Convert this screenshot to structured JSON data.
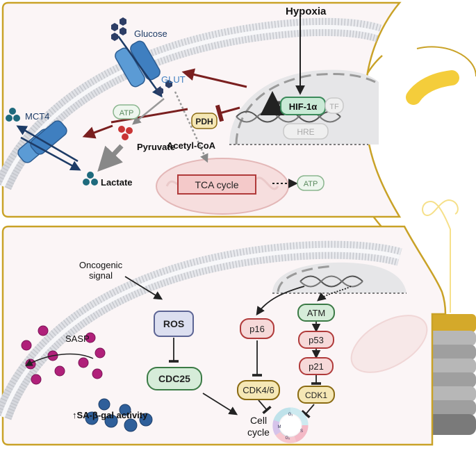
{
  "top_panel": {
    "hypoxia": "Hypoxia",
    "glucose": "Glucose",
    "glut": "GLUT",
    "mct4": "MCT4",
    "atp_left": "ATP",
    "pdh": "PDH",
    "hif1a": "HIF-1α",
    "tf": "TF",
    "hre": "HRE",
    "pyruvate": "Pyruvate",
    "acetyl_coa": "Acetyl-CoA",
    "lactate": "Lactate",
    "tca_cycle": "TCA cycle",
    "atp_right": "ATP"
  },
  "bottom_panel": {
    "oncogenic_line1": "Oncogenic",
    "oncogenic_line2": "signal",
    "ros": "ROS",
    "cdc25": "CDC25",
    "p16": "p16",
    "cdk46": "CDK4/6",
    "atm": "ATM",
    "p53": "p53",
    "p21": "p21",
    "cdk1": "CDK1",
    "sasp": "SASP",
    "sa_beta_gal": "↑SA-β-gal activity",
    "cell_line1": "Cell",
    "cell_line2": "cycle",
    "phase_g1": "G₁",
    "phase_s": "S",
    "phase_g2": "G₂",
    "phase_m": "M"
  },
  "colors": {
    "panel_border": "#c9a227",
    "panel_fill": "#fbf5f6",
    "hif_fill": "#c9ead6",
    "hif_stroke": "#3b8a5a",
    "red_arrow": "#7a1f1f",
    "pink_box": "#f6d9d9",
    "pink_stroke": "#b03a3a",
    "yellow_box": "#f5e7b5",
    "yellow_stroke": "#8a6a12",
    "ros_fill": "#dcdff0",
    "ros_stroke": "#5c6494",
    "green_fill": "#d6ecd9",
    "green_stroke": "#3b7a45",
    "blue_dot": "#2f5f8a",
    "magenta": "#b0207a",
    "bulb_yellow": "#f4cd3b"
  }
}
